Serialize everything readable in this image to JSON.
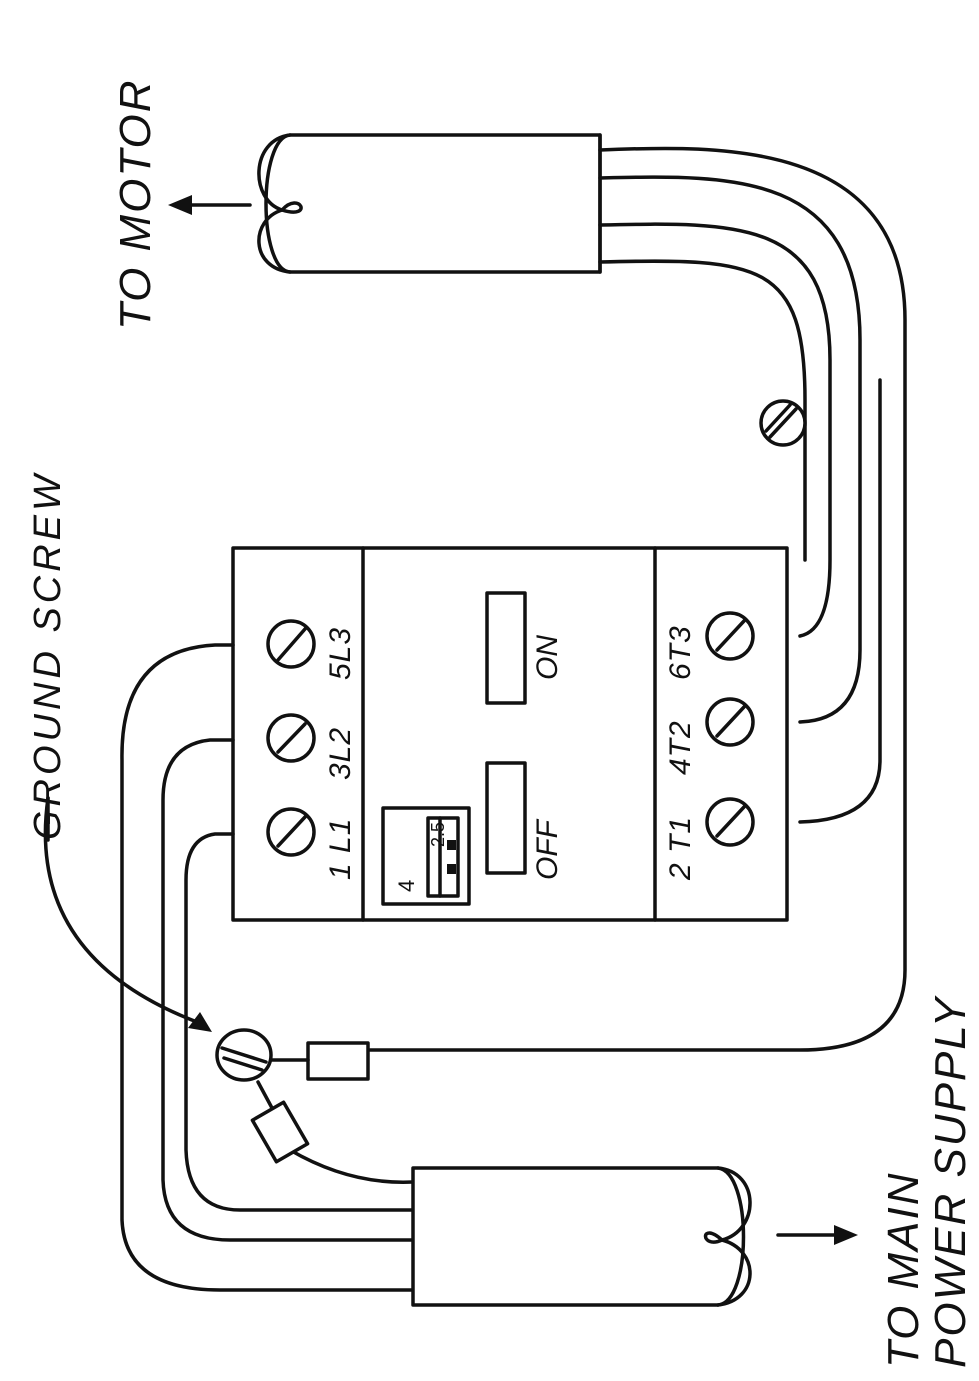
{
  "diagram": {
    "labels": {
      "to_motor": "TO MOTOR",
      "ground_screw": "GROUND SCREW",
      "to_main_line1": "TO MAIN",
      "to_main_line2": "POWER SUPPLY"
    },
    "terminals_top": [
      "1 L1",
      "3L2",
      "5L3"
    ],
    "terminals_bottom": [
      "2 T1",
      "4T2",
      "6T3"
    ],
    "buttons": {
      "off": "OFF",
      "on": "ON"
    },
    "dial": {
      "low": "4",
      "high": "2.5"
    }
  }
}
